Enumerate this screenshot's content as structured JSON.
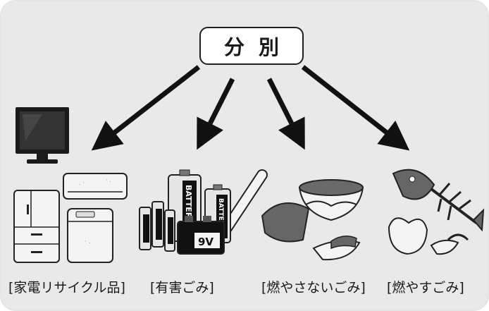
{
  "title": "分別",
  "categories": [
    {
      "id": "appliance",
      "label": "[家電リサイクル品]"
    },
    {
      "id": "hazardous",
      "label": "[有害ごみ]"
    },
    {
      "id": "noncombustible",
      "label": "[燃やさないごみ]"
    },
    {
      "id": "combustible",
      "label": "[燃やすごみ]"
    }
  ],
  "battery_labels": {
    "big": "BATTERY",
    "small": "BATTERY",
    "nine_volt": "9V"
  },
  "colors": {
    "panel": "#e9e9e9",
    "border": "#1f1f1f",
    "arrow": "#111111",
    "item_fill": "#f4f4f4",
    "dark": "#555555"
  },
  "icons": [
    "television-icon",
    "air-conditioner-icon",
    "refrigerator-icon",
    "washing-machine-icon",
    "battery-icon",
    "fluorescent-tube-icon",
    "broken-dish-icon",
    "fish-bone-icon",
    "eggshell-icon"
  ]
}
